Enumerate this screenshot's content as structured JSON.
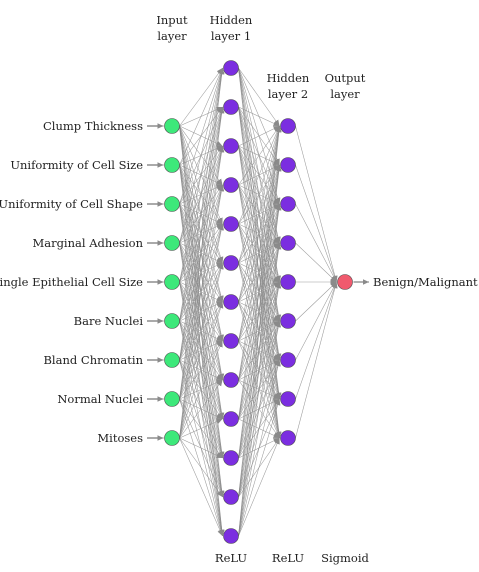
{
  "layers": {
    "input": {
      "title_lines": [
        "Input",
        "layer"
      ],
      "activation": "",
      "node_color": "#3de87a",
      "features": [
        "Clump Thickness",
        "Uniformity of Cell Size",
        "Uniformity of Cell Shape",
        "Marginal Adhesion",
        "Single Epithelial Cell Size",
        "Bare Nuclei",
        "Bland Chromatin",
        "Normal Nuclei",
        "Mitoses"
      ]
    },
    "hidden1": {
      "title_lines": [
        "Hidden",
        "layer 1"
      ],
      "activation": "ReLU",
      "node_count": 13,
      "node_color": "#7b2ee0"
    },
    "hidden2": {
      "title_lines": [
        "Hidden",
        "layer 2"
      ],
      "activation": "ReLU",
      "node_count": 9,
      "node_color": "#7b2ee0"
    },
    "output": {
      "title_lines": [
        "Output",
        "layer"
      ],
      "activation": "Sigmoid",
      "node_color": "#f05a6e",
      "label": "Benign/Malignant"
    }
  },
  "colors": {
    "edge": "#8a8a8a",
    "node_stroke": "#4a4a4a",
    "text": "#222222"
  }
}
